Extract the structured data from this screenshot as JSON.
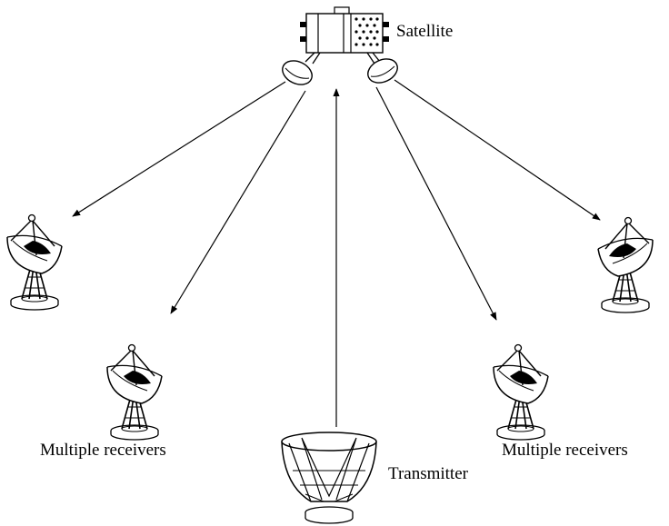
{
  "labels": {
    "satellite": "Satellite",
    "receivers_left": "Multiple receivers",
    "receivers_right": "Multiple receivers",
    "transmitter": "Transmitter"
  },
  "colors": {
    "ink": "#000000",
    "background": "#ffffff"
  }
}
